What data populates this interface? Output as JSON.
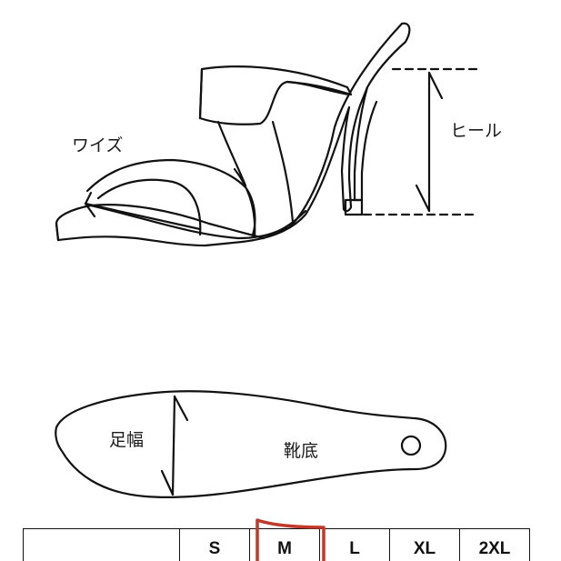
{
  "labels": {
    "width": "ワイズ",
    "heel": "ヒール",
    "foot_width": "足幅",
    "sole": "靴底"
  },
  "size_table": {
    "header_blank": "",
    "sizes": [
      "S",
      "M",
      "L",
      "XL",
      "2XL"
    ],
    "highlighted_size": "M",
    "highlight_color": "#c0392b"
  }
}
